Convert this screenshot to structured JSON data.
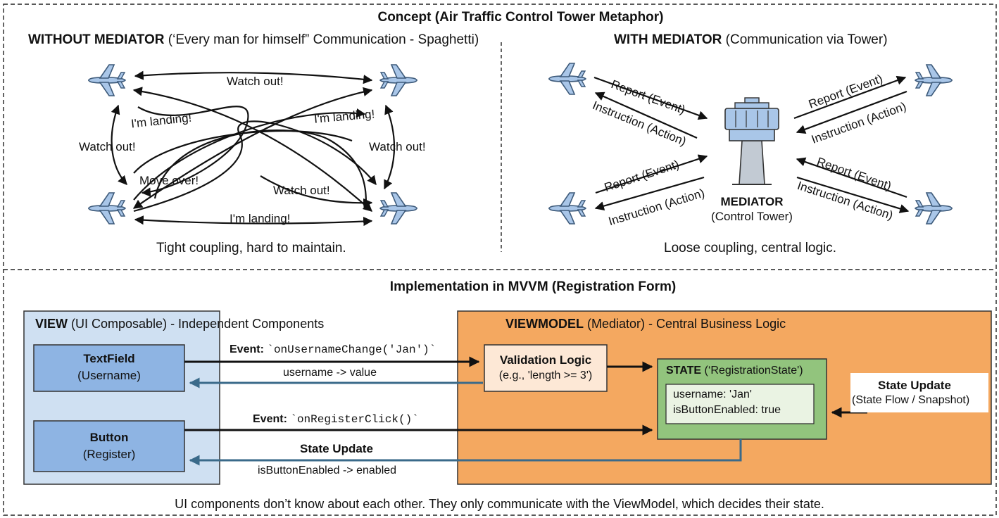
{
  "concept": {
    "title": "Concept (Air Traffic Control Tower Metaphor)",
    "without": {
      "heading_bold": "WITHOUT MEDIATOR",
      "heading_rest": " (‘Every man for himself” Communication - Spaghetti)",
      "messages": {
        "watch_out_top": "Watch out!",
        "landing_left": "I'm landing!",
        "landing_right": "I'm landing!",
        "watch_out_left": "Watch out!",
        "watch_out_right": "Watch out!",
        "move_over": "Move over!",
        "watch_out_bottom": "Watch out!",
        "landing_bottom": "I'm landing!"
      },
      "caption": "Tight coupling, hard to maintain."
    },
    "with": {
      "heading_bold": "WITH MEDIATOR",
      "heading_rest": " (Communication via Tower)",
      "report": "Report (Event)",
      "instruction": "Instruction (Action)",
      "tower_name": "MEDIATOR",
      "tower_sub": "(Control Tower)",
      "caption": "Loose coupling, central logic."
    }
  },
  "implementation": {
    "title": "Implementation in MVVM (Registration Form)",
    "view": {
      "heading_bold": "VIEW",
      "heading_rest": " (UI Composable) - Independent Components",
      "textfield_title": "TextField",
      "textfield_sub": "(Username)",
      "button_title": "Button",
      "button_sub": "(Register)"
    },
    "viewmodel": {
      "heading_bold": "VIEWMODEL",
      "heading_rest": " (Mediator) - Central Business Logic",
      "validation_title": "Validation Logic",
      "validation_sub": "(e.g., 'length >= 3')",
      "state_title_bold": "STATE",
      "state_title_rest": " (‘RegistrationState')",
      "state_line1": "username: 'Jan'",
      "state_line2": "isButtonEnabled: true"
    },
    "arrows": {
      "event1_bold": "Event: ",
      "event1_code": "`onUsernameChange('Jan')`",
      "username_value": "username -> value",
      "event2_bold": "Event: ",
      "event2_code": "`onRegisterClick()`",
      "state_update_bold": "State Update",
      "button_enabled": "isButtonEnabled -> enabled"
    },
    "external": {
      "title": "State Update",
      "sub": "(State Flow / Snapshot)"
    },
    "footer": "UI components don’t know about each other. They only communicate with the ViewModel, which decides their state."
  },
  "colors": {
    "plane": "#a9c6e8",
    "view_panel": "#cfe0f2",
    "view_box": "#8eb4e3",
    "viewmodel_panel": "#f4a860",
    "validation_box": "#fde8d6",
    "state_box": "#92c47d",
    "state_inner": "#eaf3e3",
    "return_arrow": "#3a6a8a"
  }
}
